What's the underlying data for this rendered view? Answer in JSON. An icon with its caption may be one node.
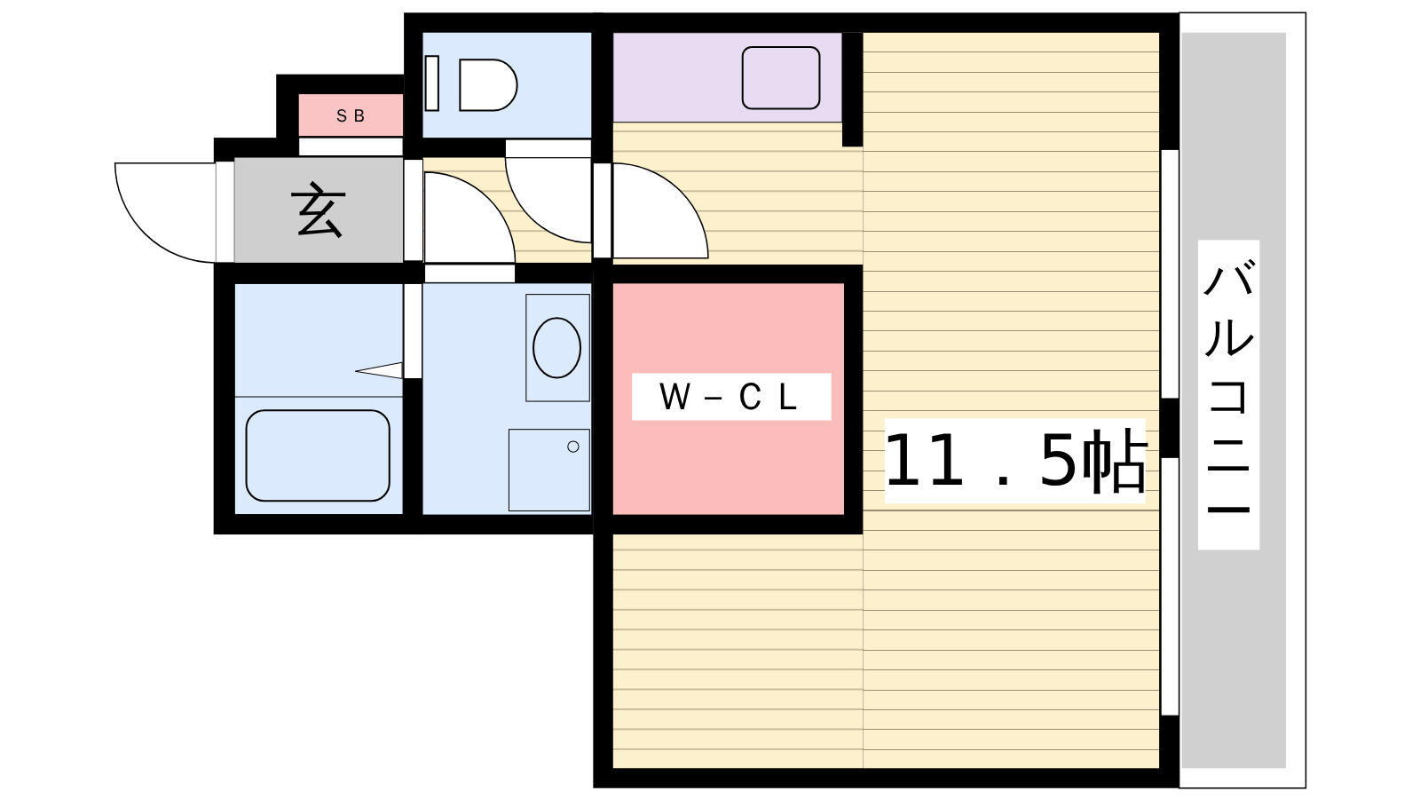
{
  "diagram": {
    "nodes": [
      {
        "text": [
          "ＳＢ"
        ]
      },
      {
        "text": [
          "玄"
        ]
      },
      {
        "text": [
          "Ｗ－ＣＬ"
        ]
      },
      {
        "text": [
          "11．5帖"
        ]
      },
      {
        "text": [
          "バルコニー"
        ]
      }
    ]
  }
}
